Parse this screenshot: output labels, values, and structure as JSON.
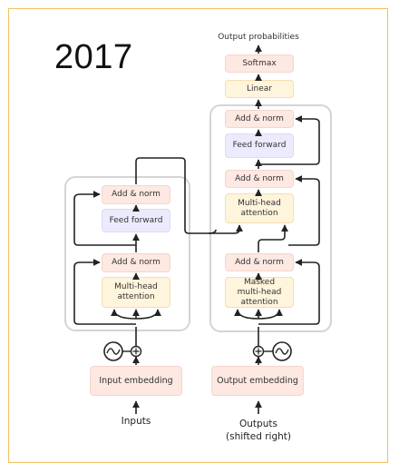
{
  "year": "2017",
  "output_probabilities": "Output probabilities",
  "encoder": {
    "add_norm_top": "Add & norm",
    "feed_forward": "Feed forward",
    "add_norm_bottom": "Add & norm",
    "attention": "Multi-head attention",
    "embedding": "Input embedding",
    "input_label": "Inputs"
  },
  "decoder": {
    "softmax": "Softmax",
    "linear": "Linear",
    "add_norm_top": "Add & norm",
    "feed_forward": "Feed forward",
    "add_norm_mid": "Add & norm",
    "cross_attention": "Multi-head attention",
    "add_norm_bottom": "Add & norm",
    "masked_attention": "Masked multi-head attention",
    "embedding": "Output embedding",
    "output_label_line1": "Outputs",
    "output_label_line2": "(shifted right)"
  },
  "colors": {
    "frame": "#f0c060",
    "add_norm": "#fde8e2",
    "attention": "#fff4dc",
    "feed_forward": "#ecebfd",
    "group_border": "#d4d4d4"
  },
  "icons": [
    "positional-encoding-icon",
    "add-icon"
  ]
}
